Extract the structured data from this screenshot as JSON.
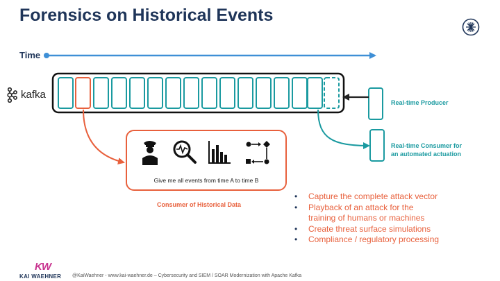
{
  "slide": {
    "title": "Forensics on Historical Events",
    "time_label": "Time",
    "kafka_label": "kafka",
    "producer_label": "Real-time Producer",
    "consumer_label_line1": "Real-time Consumer for",
    "consumer_label_line2": "an automated actuation",
    "query_text": "Give me all events from time A to time B",
    "historical_label": "Consumer of Historical Data",
    "bullets": [
      "Capture the complete attack vector",
      "Playback of an attack for the",
      "training of humans or machines",
      "Create threat surface simulations",
      "Compliance / regulatory processing"
    ],
    "footer_brand_mark": "KW",
    "footer_brand": "KAI WAEHNER",
    "footer_credit": "@KaiWaehner - www.kai-waehner.de – Cybersecurity and SIEM / SOAR Modernization with Apache Kafka"
  },
  "colors": {
    "title": "#1f3559",
    "timeline": "#3e8fd6",
    "segment": "#1a9aa0",
    "highlight": "#e8603c",
    "brand_mark": "#c8338f"
  },
  "icons": [
    "police-officer-icon",
    "magnifier-analytics-icon",
    "bar-chart-icon",
    "workflow-icon",
    "confluent-logo-icon",
    "kafka-logo-icon"
  ]
}
